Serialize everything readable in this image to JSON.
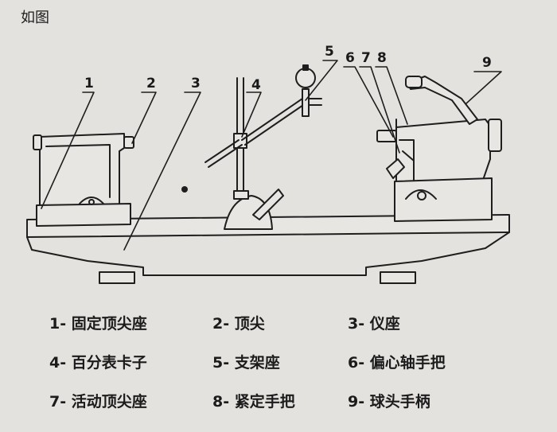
{
  "title": "如图",
  "callouts": [
    "1",
    "2",
    "3",
    "4",
    "5",
    "6",
    "7",
    "8",
    "9"
  ],
  "legend": [
    {
      "num": "1-",
      "text": "固定顶尖座"
    },
    {
      "num": "2-",
      "text": "顶尖"
    },
    {
      "num": "3-",
      "text": "仪座"
    },
    {
      "num": "4-",
      "text": "百分表卡子"
    },
    {
      "num": "5-",
      "text": "支架座"
    },
    {
      "num": "6-",
      "text": "偏心轴手把"
    },
    {
      "num": "7-",
      "text": "活动顶尖座"
    },
    {
      "num": "8-",
      "text": "紧定手把"
    },
    {
      "num": "9-",
      "text": "球头手柄"
    }
  ]
}
